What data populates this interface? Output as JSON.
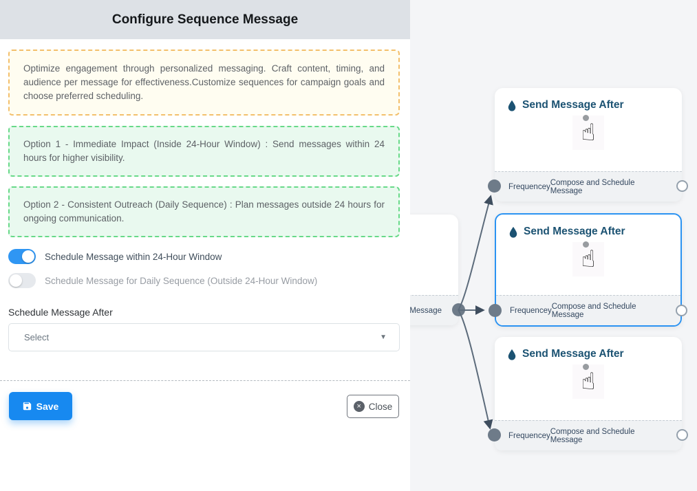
{
  "panel": {
    "header": {
      "title": "Configure Sequence Message"
    },
    "info_box": {
      "text": "Optimize engagement through personalized messaging. Craft content, timing, and audience per message for effectiveness.Customize sequences for campaign goals and choose preferred scheduling."
    },
    "option_boxes": [
      {
        "text": "Option 1 - Immediate Impact (Inside 24-Hour Window) : Send messages within 24 hours for higher visibility."
      },
      {
        "text": "Option 2 - Consistent Outreach (Daily Sequence) : Plan messages outside 24 hours for ongoing communication."
      }
    ],
    "toggles": [
      {
        "label": "Schedule Message within 24-Hour Window",
        "state": "on"
      },
      {
        "label": "Schedule Message for Daily Sequence (Outside 24-Hour Window)",
        "state": "off"
      }
    ],
    "schedule_field": {
      "label": "Schedule Message After",
      "placeholder": "Select"
    },
    "actions": {
      "save_label": "Save",
      "close_label": "Close"
    }
  },
  "canvas": {
    "partial_node": {
      "visible_label": "ce Message"
    },
    "nodes": [
      {
        "title": "Send Message After",
        "input_label": "Frequencey",
        "output_label": "Compose and Schedule Message",
        "selected": false
      },
      {
        "title": "Send Message After",
        "input_label": "Frequencey",
        "output_label": "Compose and Schedule Message",
        "selected": true
      },
      {
        "title": "Send Message After",
        "input_label": "Frequencey",
        "output_label": "Compose and Schedule Message",
        "selected": false
      }
    ]
  },
  "colors": {
    "accent_blue": "#1789f0",
    "toggle_on": "#2f96f3",
    "selected_node_border": "#2b93f2",
    "edge": "#5c6b7b",
    "node_title": "#1b5272",
    "info_border": "#f3bf6b",
    "option_border": "#67d988",
    "canvas_bg": "#f4f5f7",
    "header_bg": "#dde1e6"
  }
}
